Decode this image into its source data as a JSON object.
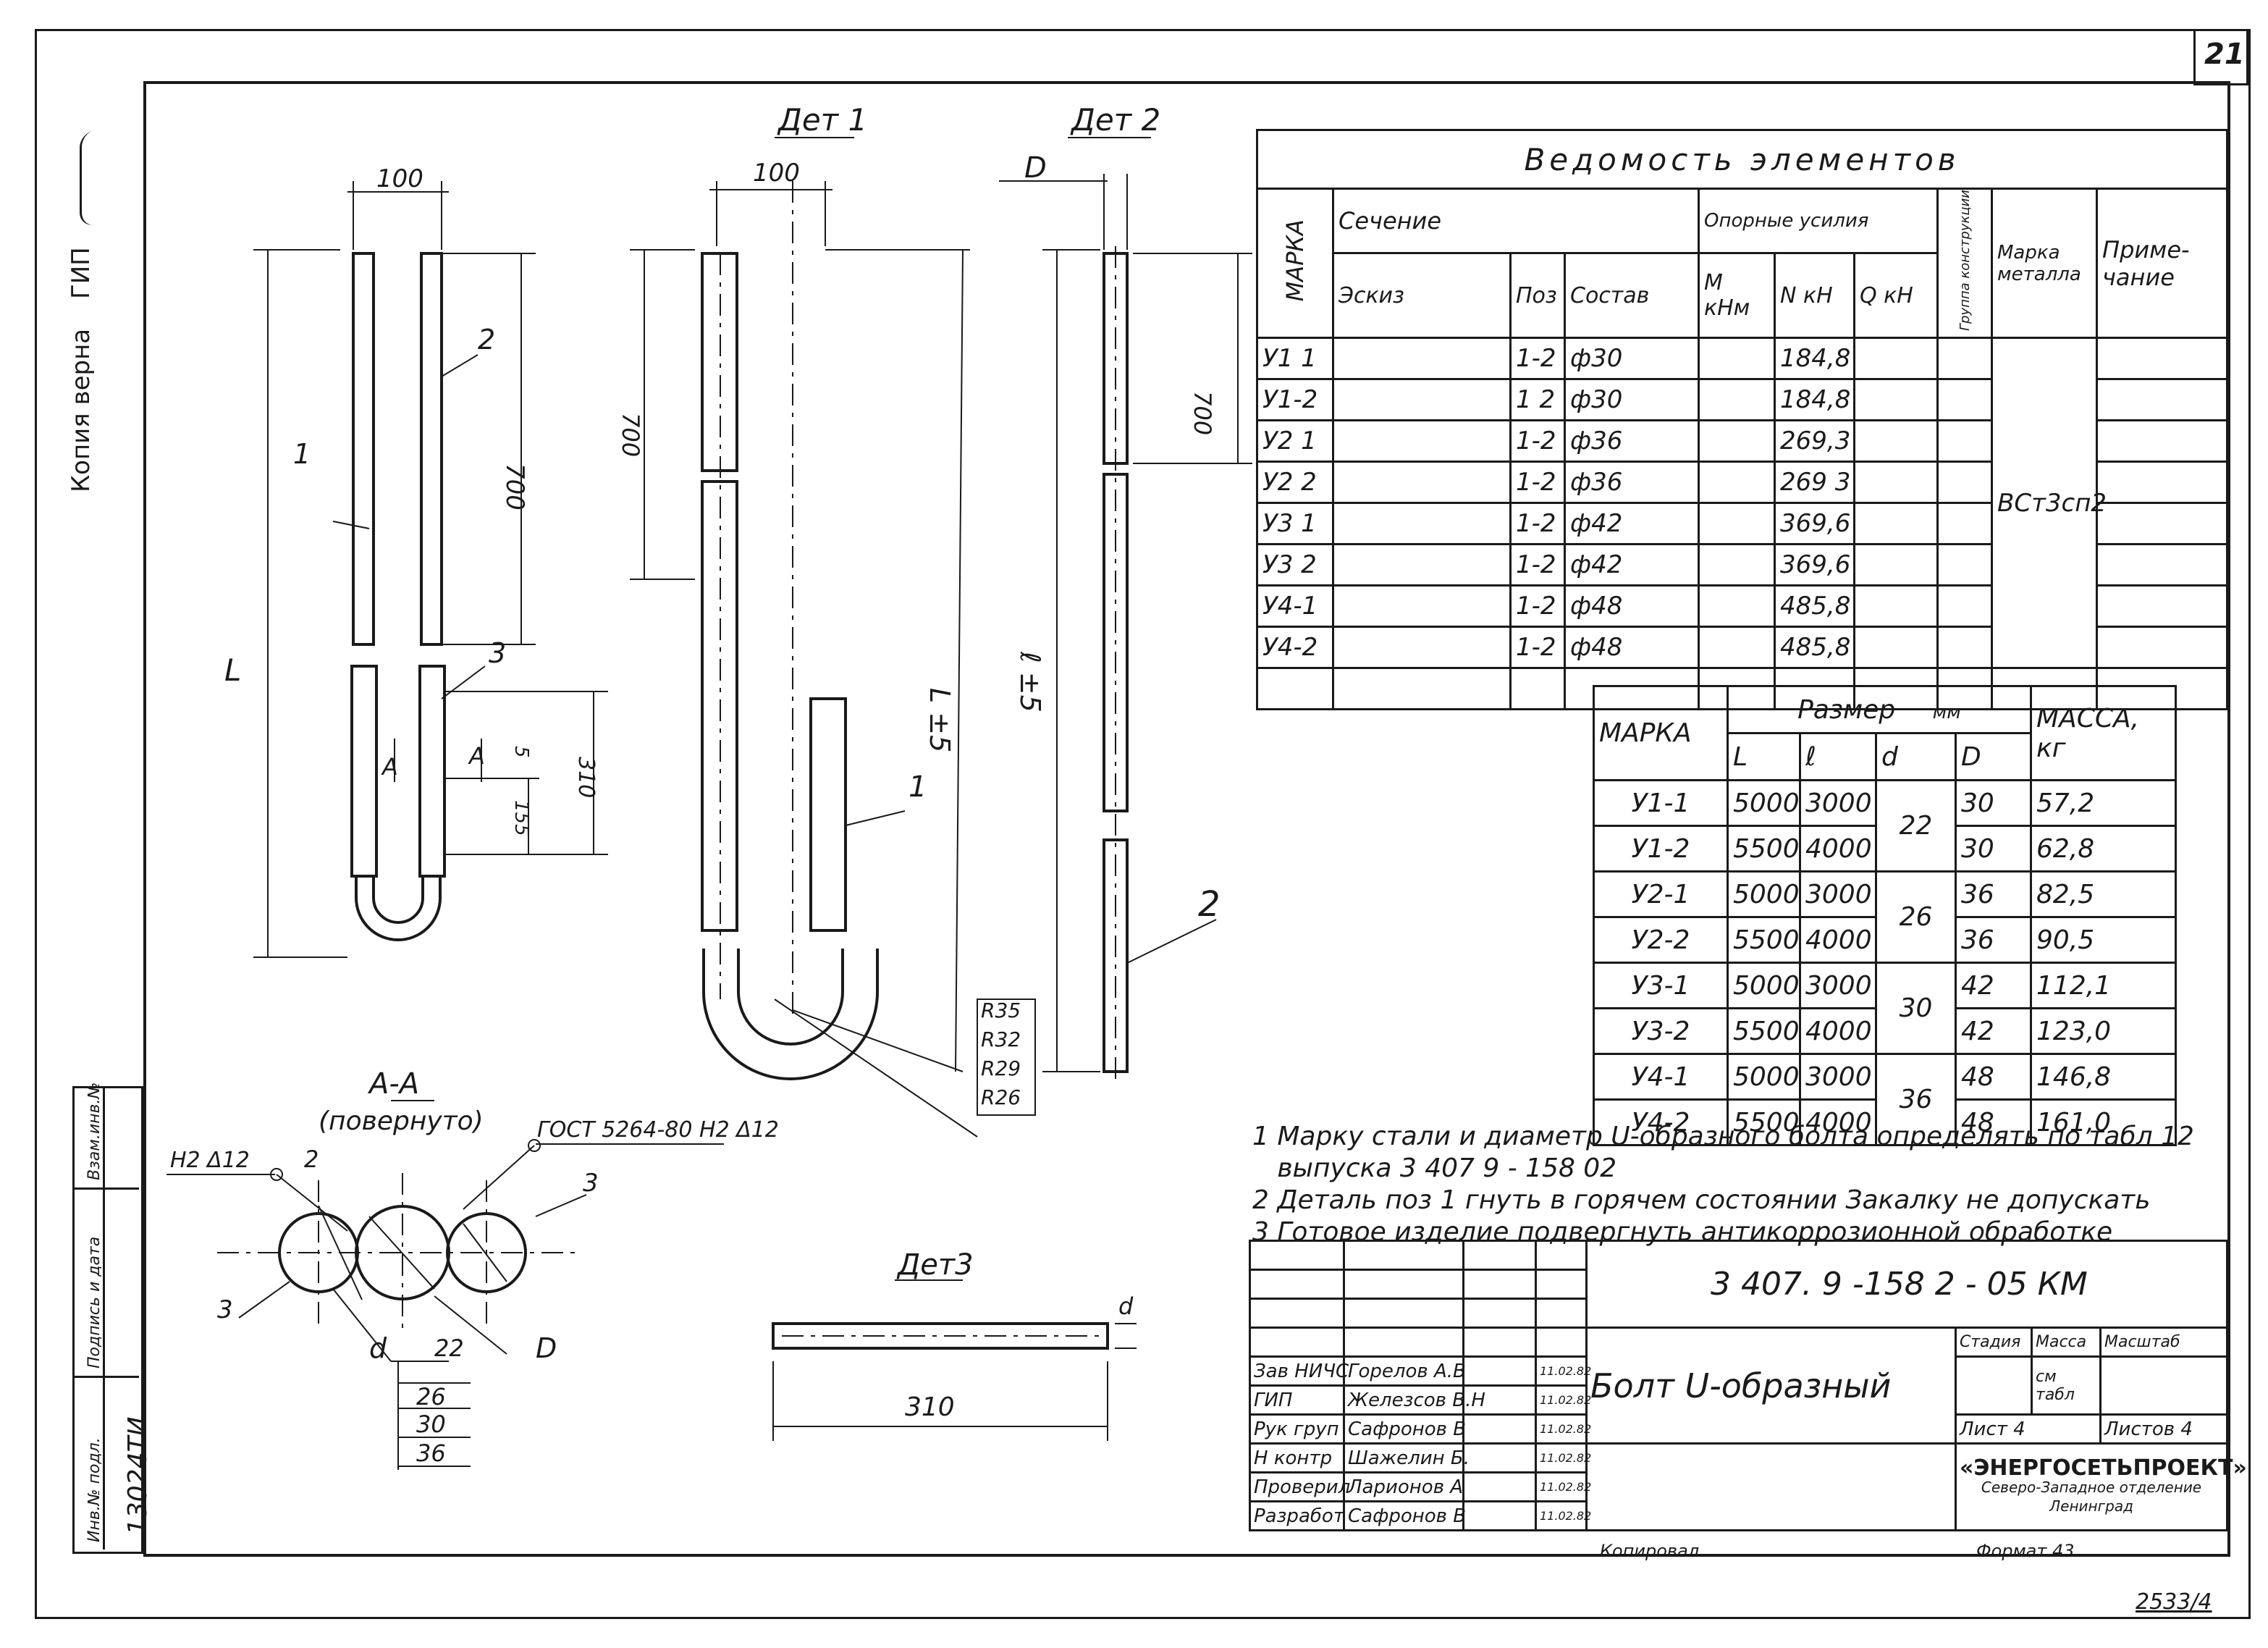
{
  "page_number": "21",
  "sheet_ref": "2533/4",
  "left_margin": {
    "copy_note": "Копия верна",
    "gip": "ГИП",
    "signature": "",
    "inv_labels": [
      "Инв.№ подл.",
      "Подпись и дата",
      "Взам.инв.№"
    ],
    "inv_number": "13024ТИ"
  },
  "drawing": {
    "view1": {
      "dim_top": "100",
      "dim_700": "700",
      "dim_L": "L",
      "pos_1": "1",
      "pos_2": "2",
      "pos_3": "3",
      "dim_310": "310",
      "dim_155": "155",
      "dim_5": "5",
      "cut_A": "A"
    },
    "det1": {
      "title": "Дет 1",
      "dim_100": "100",
      "dim_700": "700",
      "dim_L": "L ±5",
      "pos_1": "1",
      "radii": [
        "R35",
        "R32",
        "R29",
        "R26"
      ]
    },
    "det2": {
      "title": "Дет 2",
      "dim_D": "D",
      "dim_700": "700",
      "dim_l": "ℓ ±5",
      "pos_2": "2"
    },
    "section": {
      "title": "А-А",
      "subtitle": "(повернуто)",
      "weld_left": "H2 Δ12",
      "weld_right": "ГОСТ 5264-80 H2 Δ12",
      "pos_2": "2",
      "pos_3a": "3",
      "pos_3b": "3",
      "d_label": "d",
      "D_label": "D",
      "d_values": [
        "22",
        "26",
        "30",
        "36"
      ]
    },
    "det3": {
      "title": "Дет3",
      "dim_310": "310",
      "dim_d": "d"
    }
  },
  "vedomost": {
    "title": "Ведомость элементов",
    "col_marka": "МАРКА",
    "col_sechenie": "Сечение",
    "col_eskiz": "Эскиз",
    "col_poz": "Поз",
    "col_sostav": "Состав",
    "col_usiliya": "Опорные усилия",
    "col_M": "M кНм",
    "col_N": "N кН",
    "col_Q": "Q кН",
    "col_gruppa": "Группа конструкции",
    "col_marka_met": "Марка металла",
    "col_prim": "Приме-чание",
    "steel": "ВСт3сп2",
    "rows": [
      {
        "marka": "У1 1",
        "poz": "1-2",
        "sostav": "ф30",
        "N": "184,8"
      },
      {
        "marka": "У1-2",
        "poz": "1 2",
        "sostav": "ф30",
        "N": "184,8"
      },
      {
        "marka": "У2 1",
        "poz": "1-2",
        "sostav": "ф36",
        "N": "269,3"
      },
      {
        "marka": "У2 2",
        "poz": "1-2",
        "sostav": "ф36",
        "N": "269 3"
      },
      {
        "marka": "У3 1",
        "poz": "1-2",
        "sostav": "ф42",
        "N": "369,6"
      },
      {
        "marka": "У3 2",
        "poz": "1-2",
        "sostav": "ф42",
        "N": "369,6"
      },
      {
        "marka": "У4-1",
        "poz": "1-2",
        "sostav": "ф48",
        "N": "485,8"
      },
      {
        "marka": "У4-2",
        "poz": "1-2",
        "sostav": "ф48",
        "N": "485,8"
      }
    ]
  },
  "razmer": {
    "col_marka": "МАРКА",
    "col_razmer": "Размер",
    "col_mm": "мм",
    "col_L": "L",
    "col_l": "ℓ",
    "col_d": "d",
    "col_D": "D",
    "col_massa": "МАССА, кг",
    "rows": [
      {
        "marka": "У1-1",
        "L": "5000",
        "l": "3000",
        "d": "22",
        "D": "30",
        "m": "57,2"
      },
      {
        "marka": "У1-2",
        "L": "5500",
        "l": "4000",
        "d": "",
        "D": "30",
        "m": "62,8"
      },
      {
        "marka": "У2-1",
        "L": "5000",
        "l": "3000",
        "d": "26",
        "D": "36",
        "m": "82,5"
      },
      {
        "marka": "У2-2",
        "L": "5500",
        "l": "4000",
        "d": "",
        "D": "36",
        "m": "90,5"
      },
      {
        "marka": "У3-1",
        "L": "5000",
        "l": "3000",
        "d": "30",
        "D": "42",
        "m": "112,1"
      },
      {
        "marka": "У3-2",
        "L": "5500",
        "l": "4000",
        "d": "",
        "D": "42",
        "m": "123,0"
      },
      {
        "marka": "У4-1",
        "L": "5000",
        "l": "3000",
        "d": "36",
        "D": "48",
        "m": "146,8"
      },
      {
        "marka": "У4-2",
        "L": "5500",
        "l": "4000",
        "d": "",
        "D": "48",
        "m": "161,0"
      }
    ]
  },
  "notes": [
    "1 Марку стали и диаметр U-образного болта определять по табл 12",
    "   выпуска 3 407 9 - 158 02",
    "2 Деталь поз 1 гнуть в горячем состоянии Закалку не допускать",
    "3 Готовое изделие подвергнуть антикоррозионной обработке"
  ],
  "stamp": {
    "doc_code": "3 407. 9 -158 2 - 05 КМ",
    "doc_title": "Болт U-образный",
    "col_stadiya": "Стадия",
    "col_massa": "Масса",
    "col_masshtab": "Масштаб",
    "massa_value": "см табл",
    "list": "Лист 4",
    "listov": "Листов 4",
    "org": "«ЭНЕРГОСЕТЬПРОЕКТ»",
    "org_sub1": "Северо-Западное отделение",
    "org_sub2": "Ленинград",
    "copied": "Копировал",
    "format": "Формат 43",
    "people": [
      {
        "role": "Зав НИЧС",
        "name": "Горелов А.В",
        "date": "11.02.82"
      },
      {
        "role": "ГИП",
        "name": "Железсов В.Н",
        "date": "11.02.82"
      },
      {
        "role": "Рук груп",
        "name": "Сафронов В",
        "date": "11.02.82"
      },
      {
        "role": "Н контр",
        "name": "Шажелин Б.",
        "date": "11.02.82"
      },
      {
        "role": "Проверил",
        "name": "Ларионов А",
        "date": "11.02.82"
      },
      {
        "role": "Разработ",
        "name": "Сафронов В",
        "date": "11.02.82"
      }
    ]
  }
}
